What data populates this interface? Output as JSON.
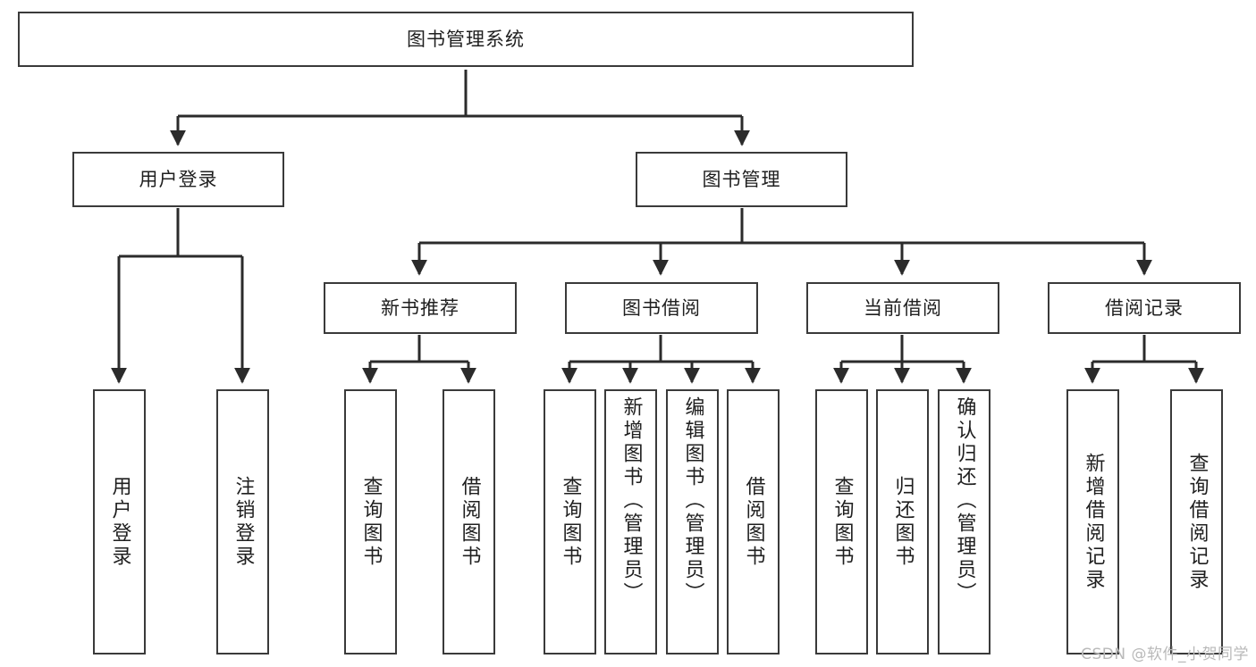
{
  "diagram": {
    "title": "图书管理系统",
    "type": "tree-hierarchy-diagram",
    "watermark": "CSDN @软件_小贺同学",
    "colors": {
      "node_border": "#3a3a3a",
      "node_fill": "#ffffff",
      "edge": "#2b2b2b",
      "text": "#1f1f1f",
      "watermark": "#b9b9b9",
      "background": "#ffffff"
    },
    "nodes": {
      "root": {
        "label": "图书管理系统"
      },
      "level2": [
        {
          "id": "user-login",
          "label": "用户登录"
        },
        {
          "id": "book-management",
          "label": "图书管理"
        }
      ],
      "level3": [
        {
          "id": "new-book-recommend",
          "label": "新书推荐"
        },
        {
          "id": "book-borrow",
          "label": "图书借阅"
        },
        {
          "id": "current-borrow",
          "label": "当前借阅"
        },
        {
          "id": "borrow-record",
          "label": "借阅记录"
        }
      ],
      "leaves": {
        "user_login": [
          {
            "id": "leaf-user-login",
            "label": "用户登录"
          },
          {
            "id": "leaf-logout",
            "label": "注销登录"
          }
        ],
        "new_book_recommend": [
          {
            "id": "leaf-query-book-1",
            "label": "查询图书"
          },
          {
            "id": "leaf-borrow-book-1",
            "label": "借阅图书"
          }
        ],
        "book_borrow": [
          {
            "id": "leaf-query-book-2",
            "label": "查询图书"
          },
          {
            "id": "leaf-add-book",
            "label": "新增图书（管理员）"
          },
          {
            "id": "leaf-edit-book",
            "label": "编辑图书（管理员）"
          },
          {
            "id": "leaf-borrow-book-2",
            "label": "借阅图书"
          }
        ],
        "current_borrow": [
          {
            "id": "leaf-query-book-3",
            "label": "查询图书"
          },
          {
            "id": "leaf-return-book",
            "label": "归还图书"
          },
          {
            "id": "leaf-confirm-return",
            "label": "确认归还（管理员）"
          }
        ],
        "borrow_record": [
          {
            "id": "leaf-add-record",
            "label": "新增借阅记录"
          },
          {
            "id": "leaf-query-record",
            "label": "查询借阅记录"
          }
        ]
      }
    }
  }
}
